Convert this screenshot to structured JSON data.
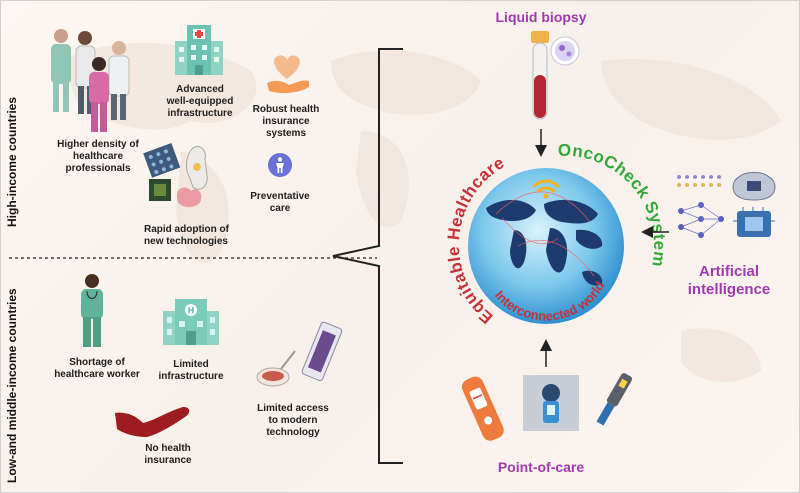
{
  "regions": {
    "high_income": "High-income countries",
    "low_middle_income": "Low-and middle-income countries"
  },
  "high_income_items": {
    "professionals": [
      "Higher density of",
      "healthcare",
      "professionals"
    ],
    "infrastructure": [
      "Advanced",
      "well-equipped",
      "infrastructure"
    ],
    "insurance": [
      "Robust health",
      "insurance",
      "systems"
    ],
    "technology": [
      "Rapid adoption of",
      "new technologies"
    ],
    "preventative": [
      "Preventative",
      "care"
    ]
  },
  "low_income_items": {
    "workers": [
      "Shortage of",
      "healthcare worker"
    ],
    "infrastructure": [
      "Limited",
      "infrastructure"
    ],
    "technology": [
      "Limited access",
      "to modern",
      "technology"
    ],
    "insurance": [
      "No health",
      "insurance"
    ]
  },
  "center": {
    "arc_left": "Equitable Healthcare",
    "arc_right": "OncoCheck System",
    "arc_bottom": "Interconnected world"
  },
  "pillars": {
    "top": "Liquid biopsy",
    "right": [
      "Artificial",
      "intelligence"
    ],
    "bottom": "Point-of-care"
  },
  "colors": {
    "purple": "#a13ab0",
    "green": "#35a83a",
    "red": "#c4323a",
    "teal": "#1fa08a",
    "scrub_green": "#5fb39a",
    "scrub_pink": "#d66ba6",
    "hand_red": "#9c1c20",
    "globe": "#4fb4e6"
  }
}
